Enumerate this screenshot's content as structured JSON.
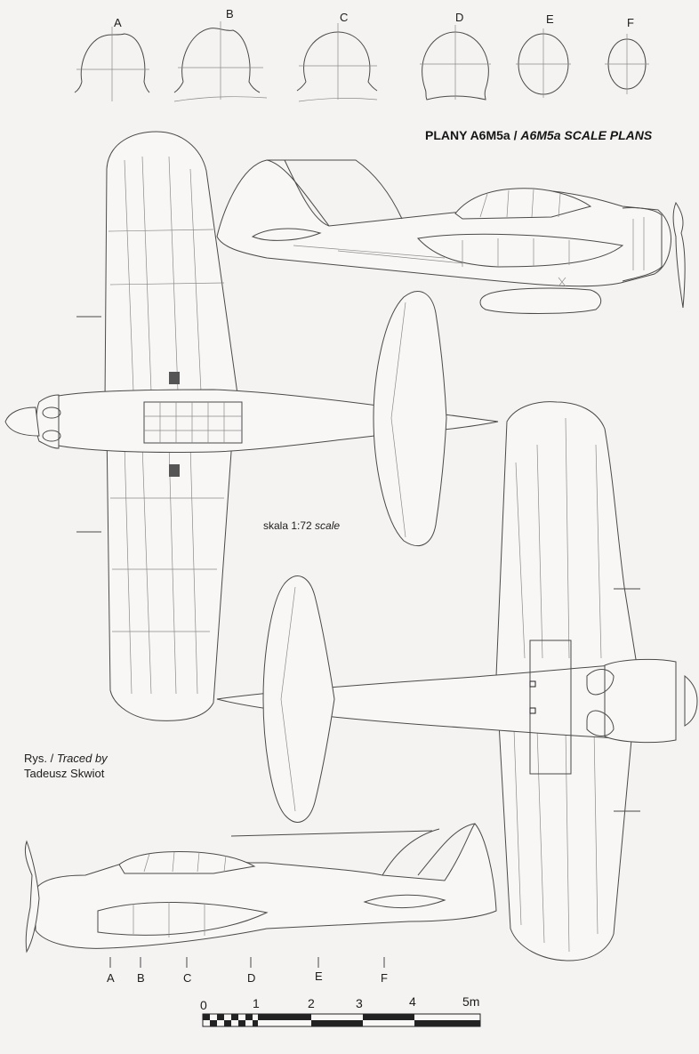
{
  "title": {
    "plain": "PLANY A6M5a / ",
    "italic": "A6M5a SCALE PLANS"
  },
  "scale_note": {
    "plain": "skala 1:72 ",
    "italic": "scale"
  },
  "credit": {
    "line1_plain": "Rys. / ",
    "line1_italic": "Traced by",
    "line2": "Tadeusz Skwiot"
  },
  "sections_top": [
    "A",
    "B",
    "C",
    "D",
    "E",
    "F"
  ],
  "sections_bottom": [
    "A",
    "B",
    "C",
    "D",
    "E",
    "F"
  ],
  "scale_bar": {
    "labels": [
      "0",
      "1",
      "2",
      "3",
      "4",
      "5m"
    ]
  }
}
